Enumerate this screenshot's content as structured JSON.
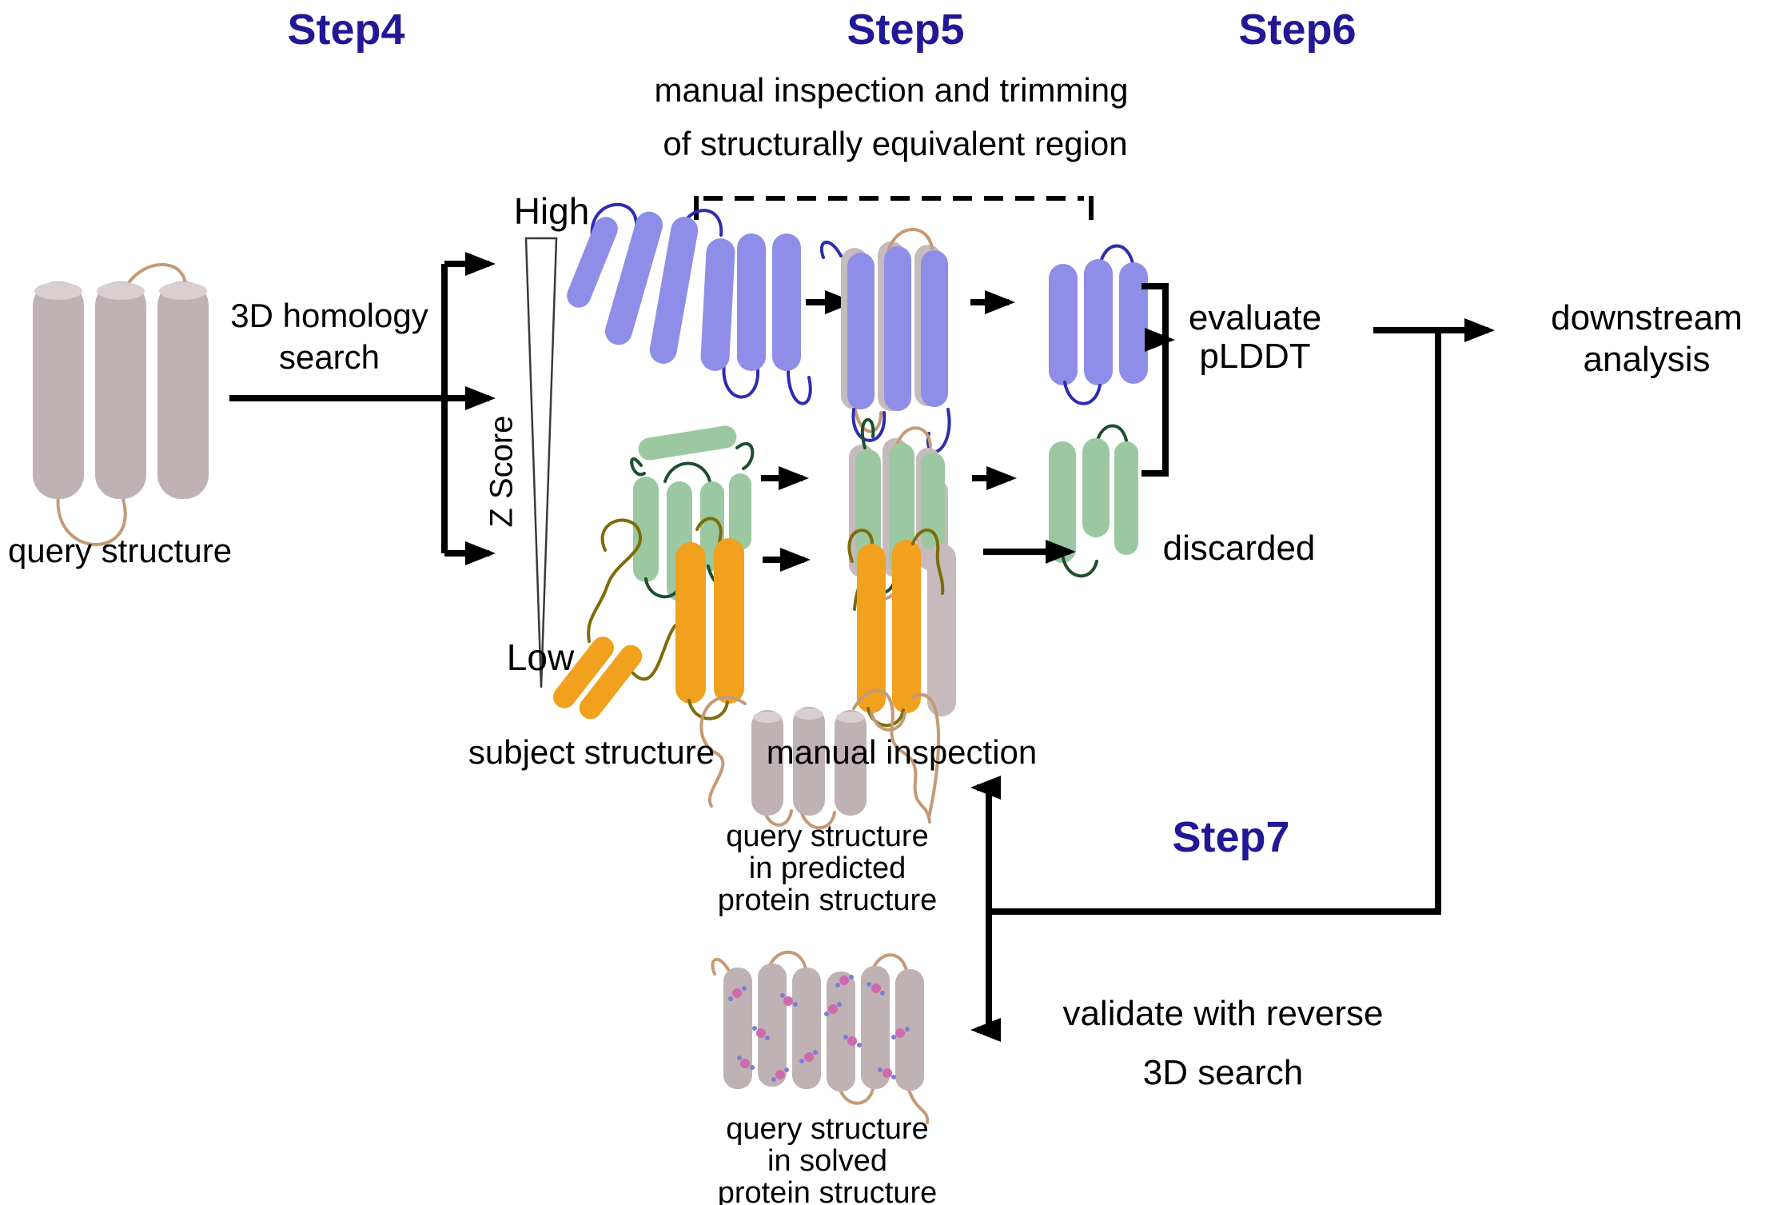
{
  "colors": {
    "navy": "#201895",
    "blue_helix": "#8e8ee9",
    "blue_loop": "#2d2db0",
    "green_helix": "#9cc8a1",
    "green_loop": "#1d4f2c",
    "orange_helix": "#f1a11e",
    "olive_loop": "#7d6c07",
    "gray_helix": "#bfb2b4",
    "tan_loop": "#c49a76",
    "ligand_pink": "#cf6aaf",
    "ligand_blue": "#7d7dd8",
    "arrow_black": "#000000"
  },
  "headers": {
    "step4": "Step4",
    "step5": "Step5",
    "step6": "Step6",
    "step7": "Step7"
  },
  "step5_subtitle": {
    "line1": "manual inspection and trimming",
    "line2": "of structurally equivalent region"
  },
  "left": {
    "query_caption": "query structure",
    "search_line1": "3D homology",
    "search_line2": "search"
  },
  "zscore": {
    "high": "High",
    "label": "Z Score",
    "low": "Low"
  },
  "captions": {
    "subject": "subject structure",
    "manual": "manual inspection"
  },
  "evaluate": {
    "line1": "evaluate",
    "line2": "pLDDT"
  },
  "downstream": {
    "line1": "downstream",
    "line2": "analysis"
  },
  "discarded_label": "discarded",
  "step7": {
    "validate_line1": "validate with reverse",
    "validate_line2": "3D search",
    "predicted_caption": [
      "query structure",
      "in predicted",
      "protein structure"
    ],
    "solved_caption": [
      "query structure",
      "in solved",
      "protein structure"
    ]
  }
}
